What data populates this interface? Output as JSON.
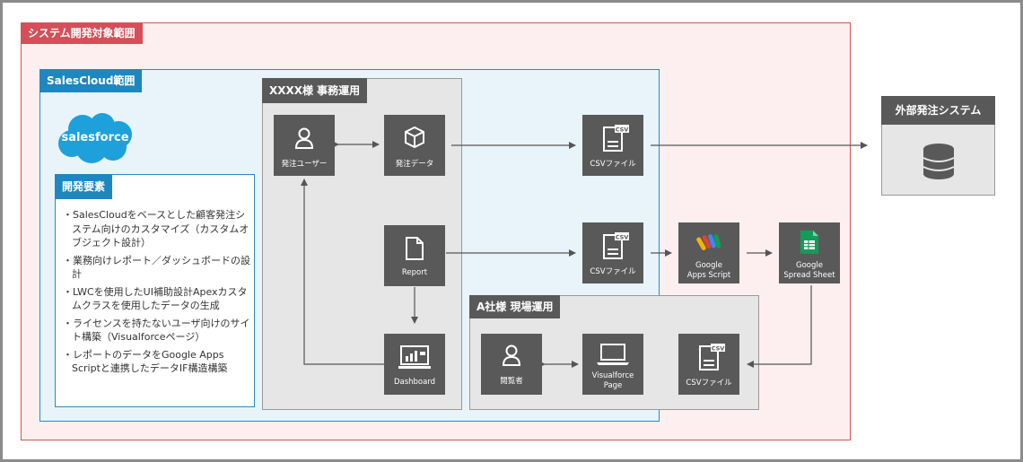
{
  "scope": {
    "title": "システム開発対象範囲"
  },
  "salescloud": {
    "title": "SalesCloud範囲",
    "logo_text": "salesforce",
    "req_title": "開発要素",
    "requirements": [
      "・SalesCloudをベースとした顧客発注システム向けのカスタマイズ（カスタムオブジェクト設計）",
      "・業務向けレポート／ダッシュボードの設計",
      "・LWCを使用したUI補助設計Apexカスタムクラスを使用したデータの生成",
      "・ライセンスを持たないユーザ向けのサイト構築（Visualforceページ）",
      "・レポートのデータをGoogle Apps Scriptと連携したデータIF構造構築"
    ]
  },
  "office": {
    "title": "XXXX様 事務運用",
    "order_user": "発注ユーザー",
    "order_data": "発注データ",
    "report": "Report",
    "dashboard": "Dashboard"
  },
  "asha": {
    "title": "A社様 現場運用",
    "viewer": "閲覧者",
    "vf_page_line1": "Visualforce",
    "vf_page_line2": "Page"
  },
  "csv": {
    "badge": "CSV",
    "label": "CSVファイル"
  },
  "gas": {
    "line1": "Google",
    "line2": "Apps Script"
  },
  "gsheet": {
    "line1": "Google",
    "line2": "Spread Sheet"
  },
  "external": {
    "title": "外部発注システム"
  },
  "colors": {
    "scope_border": "#d9534f",
    "scope_bg": "#fdeff0",
    "scope_tag": "#d64e57",
    "sc_border": "#2a8cc0",
    "sc_bg": "#e8f4fa",
    "sc_tag": "#1f87c0",
    "gray_tag": "#595959",
    "gray_bg": "#e6e6e6",
    "box": "#595959",
    "salesforce": "#1ea0db"
  }
}
